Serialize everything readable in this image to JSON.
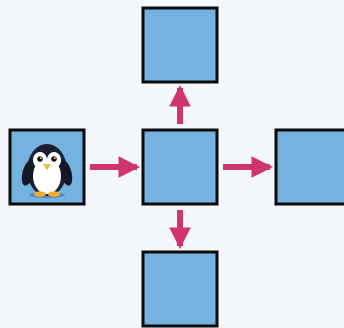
{
  "diagram": {
    "background_color": "#f4f7fb",
    "tile_fill": "#74b3e1",
    "tile_stroke": "#0b0b0b",
    "arrow_color": "#d0346d",
    "start_tile_icon": "penguin-icon",
    "tiles": [
      "start",
      "center",
      "top",
      "right",
      "bottom"
    ],
    "arrows": [
      {
        "from": "start",
        "to": "center"
      },
      {
        "from": "center",
        "to": "top"
      },
      {
        "from": "center",
        "to": "right"
      },
      {
        "from": "center",
        "to": "bottom"
      }
    ]
  }
}
